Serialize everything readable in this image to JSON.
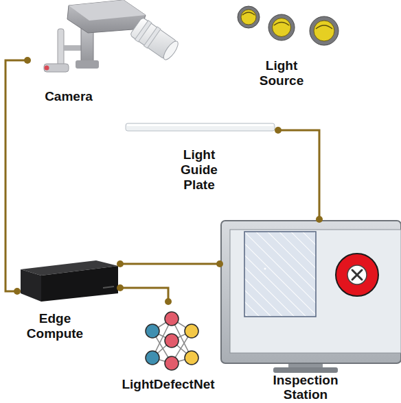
{
  "diagram": {
    "nodes": [
      {
        "text": [
          "Camera"
        ]
      },
      {
        "text": [
          "Light Source"
        ]
      },
      {
        "text": [
          "Light Guide Plate"
        ]
      },
      {
        "text": [
          "Inspection Station"
        ]
      },
      {
        "text": [
          "Edge Compute"
        ]
      },
      {
        "text": [
          "LightDefectNet"
        ]
      }
    ],
    "edges": [
      {
        "from": 0,
        "to": 4,
        "arrow": "none"
      },
      {
        "from": 2,
        "to": 3,
        "arrow": "none"
      },
      {
        "from": 4,
        "to": 3,
        "arrow": "none"
      },
      {
        "from": 4,
        "to": 5,
        "arrow": "none"
      }
    ]
  }
}
